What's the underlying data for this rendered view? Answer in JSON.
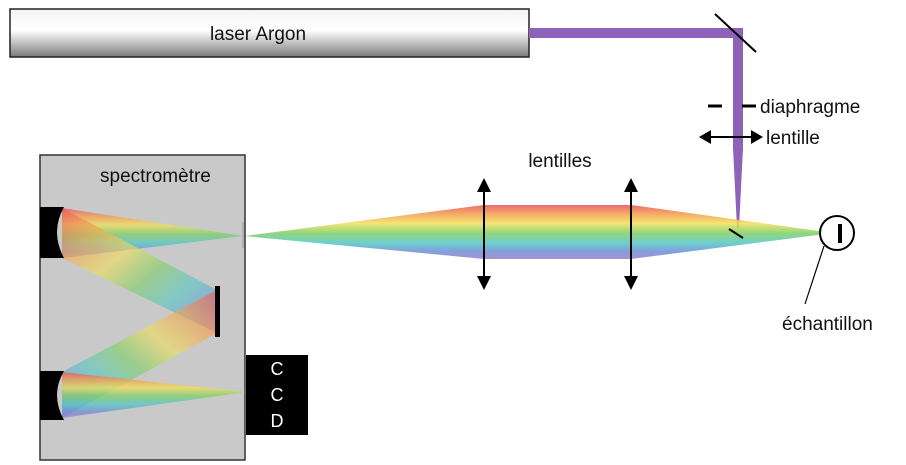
{
  "labels": {
    "laser": "laser Argon",
    "spectrometer": "spectromètre",
    "lenses": "lentilles",
    "diaphragm": "diaphragme",
    "lens": "lentille",
    "sample": "échantillon",
    "ccd": [
      "C",
      "C",
      "D"
    ]
  },
  "colors": {
    "laser_beam": "#8e62b8",
    "spectrometer_box": "#c9c9c9",
    "ccd_box": "#000000",
    "line": "#000000"
  }
}
